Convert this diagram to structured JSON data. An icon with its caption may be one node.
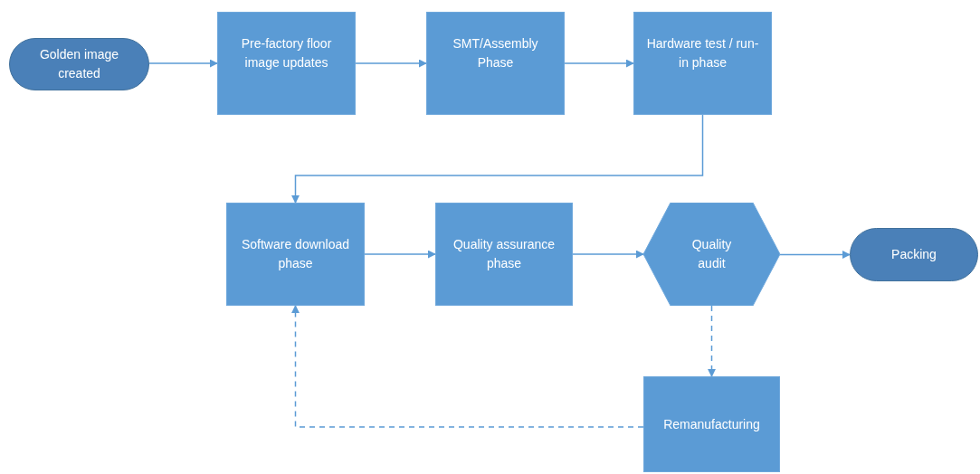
{
  "diagram": {
    "nodes": [
      {
        "text": [
          "Golden image created"
        ]
      },
      {
        "text": [
          "Pre-factory floor image updates"
        ]
      },
      {
        "text": [
          "SMT/Assembly Phase"
        ]
      },
      {
        "text": [
          "Hardware test / run-in phase"
        ]
      },
      {
        "text": [
          "Software download phase"
        ]
      },
      {
        "text": [
          "Quality assurance phase"
        ]
      },
      {
        "text": [
          "Quality audit"
        ]
      },
      {
        "text": [
          "Packing"
        ]
      },
      {
        "text": [
          "Remanufacturing"
        ]
      }
    ],
    "edges": [
      {
        "from": 0,
        "to": 1,
        "arrow": "to"
      },
      {
        "from": 1,
        "to": 2,
        "arrow": "to"
      },
      {
        "from": 2,
        "to": 3,
        "arrow": "to"
      },
      {
        "from": 3,
        "to": 4,
        "arrow": "to"
      },
      {
        "from": 4,
        "to": 5,
        "arrow": "to"
      },
      {
        "from": 5,
        "to": 6,
        "arrow": "to"
      },
      {
        "from": 6,
        "to": 7,
        "arrow": "to"
      },
      {
        "from": 6,
        "to": 8,
        "arrow": "to",
        "style": "dashed"
      },
      {
        "from": 8,
        "to": 4,
        "arrow": "to",
        "style": "dashed"
      }
    ]
  }
}
